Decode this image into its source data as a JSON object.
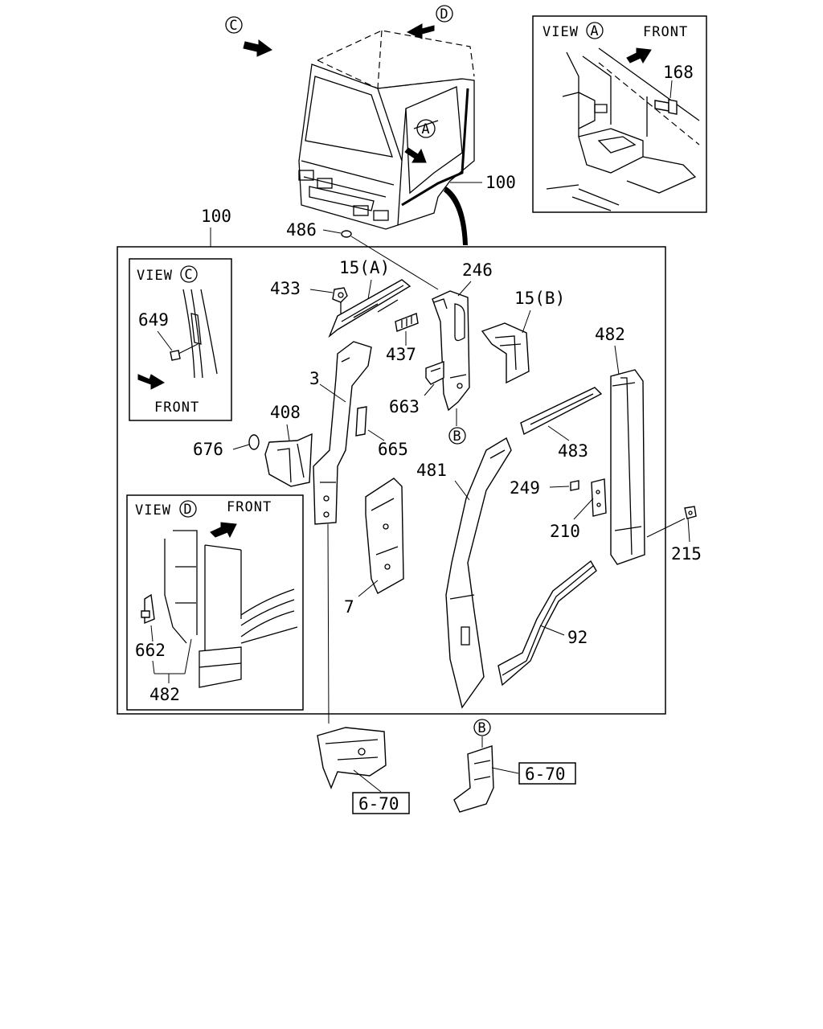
{
  "callouts": {
    "c100_cab": "100",
    "c100_frame": "100",
    "c486": "486",
    "c15A": "15(A)",
    "c433": "433",
    "c246": "246",
    "c15B": "15(B)",
    "c437": "437",
    "c3": "3",
    "c663": "663",
    "c482_right": "482",
    "c408": "408",
    "c665": "665",
    "c483": "483",
    "c676": "676",
    "c481": "481",
    "c249": "249",
    "c210": "210",
    "c215": "215",
    "c7": "7",
    "c92": "92",
    "c662": "662",
    "c482_inset": "482",
    "c168": "168",
    "c649": "649"
  },
  "markers": {
    "A": "A",
    "B": "B",
    "C": "C",
    "D": "D"
  },
  "views": {
    "view_label": "VIEW",
    "front_label": "FRONT"
  },
  "references": {
    "ref_left": "6-70",
    "ref_right": "6-70"
  }
}
